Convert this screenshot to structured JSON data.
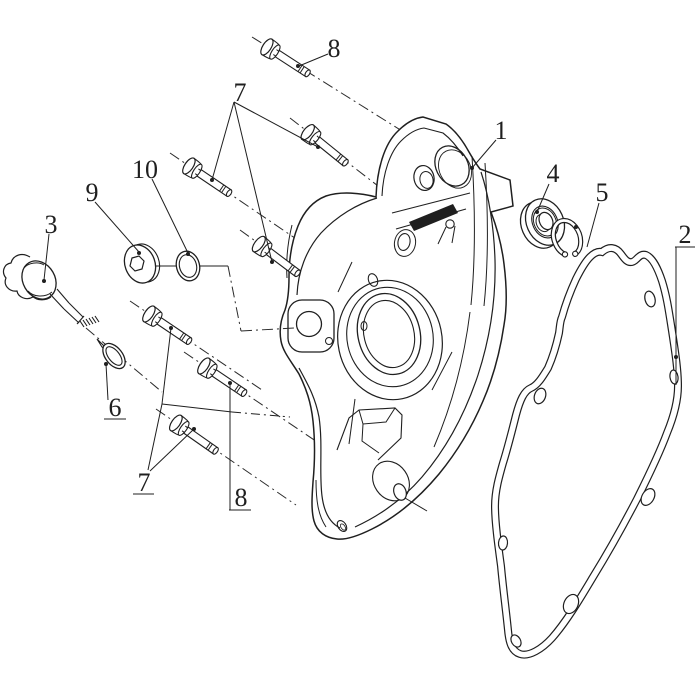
{
  "diagram": {
    "type": "exploded-parts-line-drawing",
    "background": "#ffffff",
    "line_color": "#1f1f1f",
    "callouts": {
      "c1": {
        "label": "1"
      },
      "c2": {
        "label": "2"
      },
      "c3": {
        "label": "3"
      },
      "c4": {
        "label": "4"
      },
      "c5": {
        "label": "5"
      },
      "c6": {
        "label": "6"
      },
      "c7_top": {
        "label": "7"
      },
      "c7_bottom": {
        "label": "7"
      },
      "c8_top": {
        "label": "8"
      },
      "c8_bottom": {
        "label": "8"
      },
      "c9": {
        "label": "9"
      },
      "c10": {
        "label": "10"
      }
    },
    "parts": [
      {
        "callout": "1",
        "shape": "side-cover-casting"
      },
      {
        "callout": "2",
        "shape": "cover-gasket"
      },
      {
        "callout": "3",
        "shape": "oil-dipstick"
      },
      {
        "callout": "4",
        "shape": "ball-bearing"
      },
      {
        "callout": "5",
        "shape": "circlip"
      },
      {
        "callout": "6",
        "shape": "o-ring-small"
      },
      {
        "callout": "7",
        "shape": "flange-bolt",
        "count": 5
      },
      {
        "callout": "8",
        "shape": "flange-bolt-long",
        "count": 2
      },
      {
        "callout": "9",
        "shape": "oil-filler-cap"
      },
      {
        "callout": "10",
        "shape": "o-ring-cap"
      }
    ]
  }
}
